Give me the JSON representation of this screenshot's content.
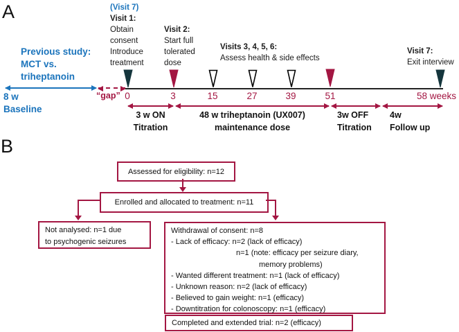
{
  "colors": {
    "blue": "#1B74BC",
    "crimson": "#A31642",
    "dark_teal": "#15363D",
    "open_marker_fill": "#FFFFFF",
    "text": "#1A1A1A"
  },
  "panelA": {
    "label": "A",
    "previous_study": {
      "line1": "Previous study:",
      "line2": "MCT vs.",
      "line3": "triheptanoin",
      "baseline1": "8 w",
      "baseline2": "Baseline"
    },
    "gap_label": "“gap”",
    "visit7_pre": "(Visit 7)",
    "visit1": {
      "title": "Visit 1:",
      "l1": "Obtain",
      "l2": "consent",
      "l3": "Introduce",
      "l4": "treatment"
    },
    "visit2": {
      "title": "Visit 2:",
      "l1": "Start full",
      "l2": "tolerated",
      "l3": "dose"
    },
    "visits3456": {
      "title": "Visits 3, 4, 5, 6:",
      "l1": "Assess health & side effects"
    },
    "visit7": {
      "title": "Visit 7:",
      "l1": "Exit interview"
    },
    "timeline": {
      "ticks": [
        "0",
        "3",
        "15",
        "27",
        "39",
        "51"
      ],
      "end_label": "58 weeks",
      "markers": [
        {
          "week": "0",
          "type": "teal-filled"
        },
        {
          "week": "3",
          "type": "crimson-filled"
        },
        {
          "week": "15",
          "type": "open"
        },
        {
          "week": "27",
          "type": "open"
        },
        {
          "week": "39",
          "type": "open"
        },
        {
          "week": "51",
          "type": "crimson-filled"
        },
        {
          "week": "58",
          "type": "teal-filled"
        }
      ]
    },
    "phases": [
      {
        "line1": "3 w ON",
        "line2": "Titration"
      },
      {
        "line1": "48 w triheptanoin (UX007)",
        "line2": "maintenance dose"
      },
      {
        "line1": "3w OFF",
        "line2": "Titration"
      },
      {
        "line1": "4w",
        "line2": "Follow up"
      }
    ]
  },
  "panelB": {
    "label": "B",
    "box_assessed": "Assessed for eligibility: n=12",
    "box_enrolled": "Enrolled and allocated to treatment: n=11",
    "box_not_analysed": {
      "l1": "Not analysed: n=1  due",
      "l2": "to psychogenic seizures"
    },
    "box_withdrawal": {
      "l1": "Withdrawal of consent: n=8",
      "l2": "- Lack of efficacy: n=2 (lack of efficacy)",
      "l3": "n=1 (note: efficacy per seizure diary,",
      "l4": "memory problems)",
      "l5": "- Wanted different treatment: n=1 (lack of efficacy)",
      "l6": "- Unknown reason: n=2 (lack of efficacy)",
      "l7": "- Believed to gain weight: n=1 (efficacy)",
      "l8": "- Downtitration for colonoscopy: n=1 (efficacy)"
    },
    "box_completed": "Completed and extended trial: n=2 (efficacy)"
  }
}
